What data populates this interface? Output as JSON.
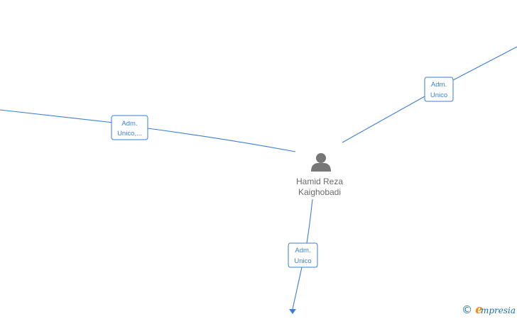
{
  "person": {
    "name_line1": "Hamid Reza",
    "name_line2": "Kaighobadi",
    "icon": "person-icon"
  },
  "relations": [
    {
      "id": "left",
      "label_line1": "Adm.",
      "label_line2": "Unico,..."
    },
    {
      "id": "top-right",
      "label_line1": "Adm.",
      "label_line2": "Unico"
    },
    {
      "id": "bottom",
      "label_line1": "Adm.",
      "label_line2": "Unico"
    }
  ],
  "watermark": {
    "copyright": "©",
    "brand_initial": "e",
    "brand_rest": "mpresia"
  },
  "colors": {
    "edge": "#3a7fd5",
    "node_icon": "#777777",
    "brand_orange": "#f28c1b",
    "brand_blue": "#1e6fa8"
  }
}
